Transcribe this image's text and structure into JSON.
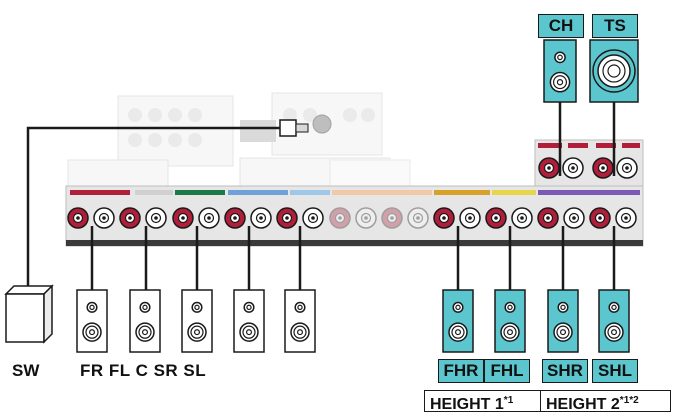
{
  "labels": {
    "sw": "SW",
    "front": "FR FL C SR SL",
    "ch": "CH",
    "ts": "TS",
    "fhr": "FHR",
    "fhl": "FHL",
    "shr": "SHR",
    "shl": "SHL",
    "height1": "HEIGHT 1",
    "height1_note": "*1",
    "height2": "HEIGHT 2",
    "height2_note": "*1*2"
  },
  "colors": {
    "accent": "#5cc6cf",
    "terminal_red": "#b01e3a",
    "terminal_white": "#ffffff",
    "panel_gray": "#e6e6e6",
    "line": "#1a1a1a"
  }
}
